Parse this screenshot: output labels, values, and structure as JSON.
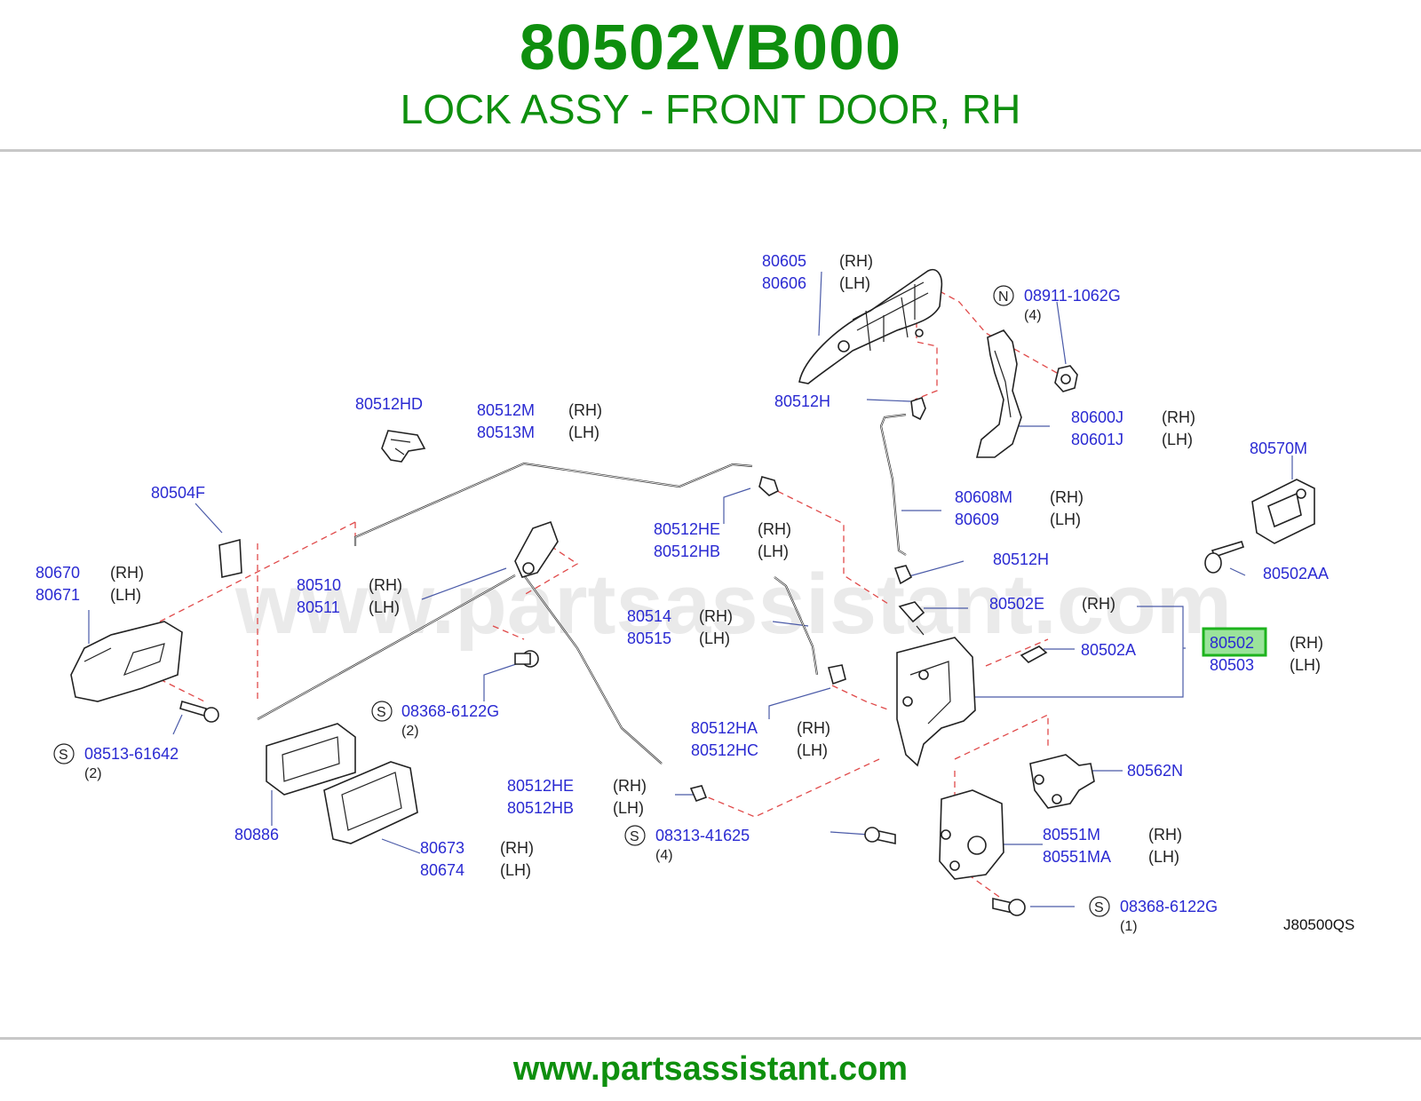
{
  "header": {
    "part_number": "80502VB000",
    "part_name": "LOCK ASSY - FRONT DOOR, RH"
  },
  "diagram": {
    "watermark": "www.partsassistant.com",
    "diagram_code": "J80500QS",
    "highlighted_part": "80502",
    "colors": {
      "title": "#0e8f0e",
      "part_numbers": "#2a2ad2",
      "highlight_border": "#1db31d",
      "highlight_fill": "#9be39b",
      "dashed_lines": "#e04a4a",
      "leader_lines": "#4a5aa8"
    },
    "labels": {
      "p80605": "80605",
      "p80605_side": "(RH)",
      "p80606": "80606",
      "p80606_side": "(LH)",
      "p08911": "08911-1062G",
      "p08911_sym": "N",
      "p08911_qty": "(4)",
      "p80512HD": "80512HD",
      "p80512M": "80512M",
      "p80512M_side": "(RH)",
      "p80513M": "80513M",
      "p80513M_side": "(LH)",
      "p80512H_top": "80512H",
      "p80600J": "80600J",
      "p80600J_side": "(RH)",
      "p80601J": "80601J",
      "p80601J_side": "(LH)",
      "p80570M": "80570M",
      "p80504F": "80504F",
      "p80608M": "80608M",
      "p80608M_side": "(RH)",
      "p80609": "80609",
      "p80609_side": "(LH)",
      "p80512HE_a": "80512HE",
      "p80512HE_a_side": "(RH)",
      "p80512HB_a": "80512HB",
      "p80512HB_a_side": "(LH)",
      "p80502AA": "80502AA",
      "p80670": "80670",
      "p80670_side": "(RH)",
      "p80671": "80671",
      "p80671_side": "(LH)",
      "p80512H_mid": "80512H",
      "p80510": "80510",
      "p80510_side": "(RH)",
      "p80511": "80511",
      "p80511_side": "(LH)",
      "p80502E": "80502E",
      "p80502E_side": "(RH)",
      "p80514": "80514",
      "p80514_side": "(RH)",
      "p80515": "80515",
      "p80515_side": "(LH)",
      "p80502": "80502",
      "p80502_side": "(RH)",
      "p80502A": "80502A",
      "p80503": "80503",
      "p80503_side": "(LH)",
      "p08368_a": "08368-6122G",
      "p08368_a_sym": "S",
      "p08368_a_qty": "(2)",
      "p80512HA": "80512HA",
      "p80512HA_side": "(RH)",
      "p80512HC": "80512HC",
      "p80512HC_side": "(LH)",
      "p08513": "08513-61642",
      "p08513_sym": "S",
      "p08513_qty": "(2)",
      "p80562N": "80562N",
      "p80512HE_b": "80512HE",
      "p80512HE_b_side": "(RH)",
      "p80512HB_b": "80512HB",
      "p80512HB_b_side": "(LH)",
      "p80886": "80886",
      "p08313": "08313-41625",
      "p08313_sym": "S",
      "p08313_qty": "(4)",
      "p80551M": "80551M",
      "p80551M_side": "(RH)",
      "p80551MA": "80551MA",
      "p80551MA_side": "(LH)",
      "p80673": "80673",
      "p80673_side": "(RH)",
      "p80674": "80674",
      "p80674_side": "(LH)",
      "p08368_b": "08368-6122G",
      "p08368_b_sym": "S",
      "p08368_b_qty": "(1)"
    }
  },
  "footer": {
    "website": "www.partsassistant.com"
  }
}
